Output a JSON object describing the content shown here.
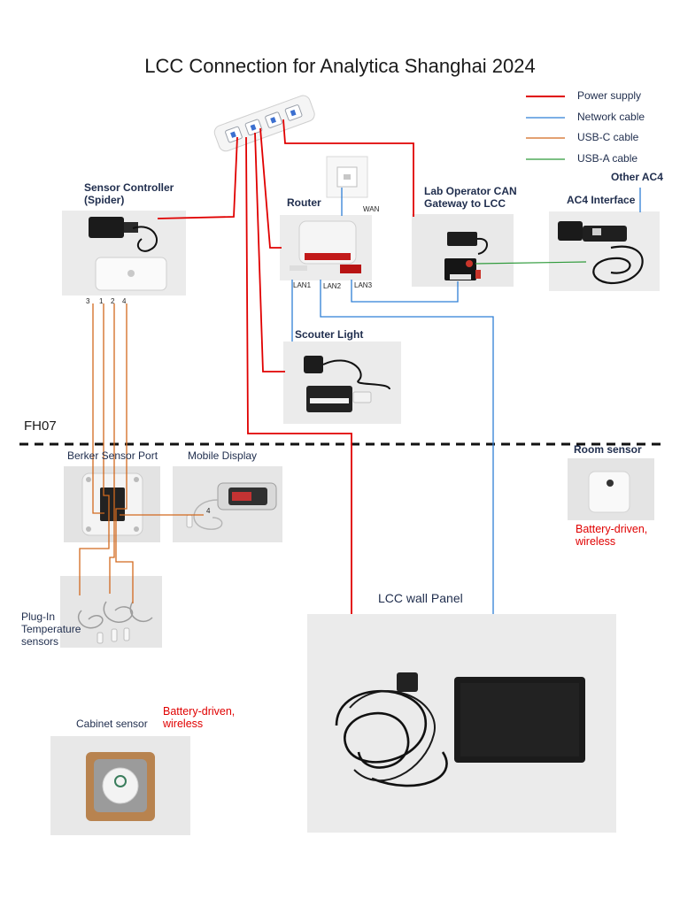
{
  "title": "LCC Connection for Analytica Shanghai 2024",
  "legend": [
    {
      "label": "Power supply",
      "color": "#e00000"
    },
    {
      "label": "Network cable",
      "color": "#2f7fd6"
    },
    {
      "label": "USB-C cable",
      "color": "#d2691e"
    },
    {
      "label": "USB-A cable",
      "color": "#2e9a3a"
    }
  ],
  "components": {
    "sensor_controller": "Sensor Controller\n(Spider)",
    "router": "Router",
    "wan": "WAN",
    "lan1": "LAN1",
    "lan2": "LAN2",
    "lan3": "LAN3",
    "lab_operator": "Lab Operator CAN\nGateway to LCC",
    "other_ac4": "Other AC4",
    "ac4_interface": "AC4 Interface",
    "scouter_light": "Scouter Light",
    "berker_port": "Berker Sensor Port",
    "mobile_display": "Mobile Display",
    "room_sensor": "Room sensor",
    "room_sensor_note": "Battery-driven,\nwireless",
    "plugin_sensors": "Plug-In\nTemperature\nsensors",
    "lcc_wall_panel": "LCC wall Panel",
    "cabinet_sensor": "Cabinet sensor",
    "cabinet_sensor_note": "Battery-driven,\nwireless",
    "zone_label": "FH07"
  },
  "port_numbers": {
    "p3": "3",
    "p1": "1",
    "p2": "2",
    "p4": "4",
    "p4_display": "4"
  }
}
